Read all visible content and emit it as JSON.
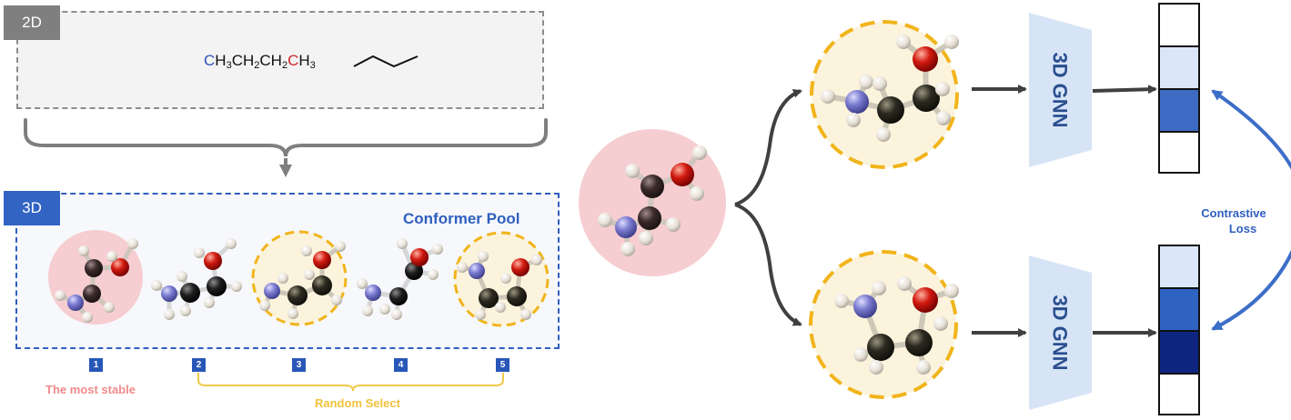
{
  "two_d": {
    "tag": "2D",
    "formula_parts": [
      "C",
      "H",
      "3",
      "CH",
      "2",
      "CH",
      "2",
      "C",
      "H",
      "3"
    ]
  },
  "three_d": {
    "tag": "3D",
    "pool_title": "Conformer Pool",
    "conformer_numbers": [
      "1",
      "2",
      "3",
      "4",
      "5"
    ],
    "most_stable_label": "The most stable",
    "random_select_label": "Random Select"
  },
  "encoders": {
    "top_label": "3D GNN",
    "bottom_label": "3D GNN"
  },
  "loss_label_lines": [
    "Contrastive",
    "Loss"
  ],
  "colors": {
    "stable": "#f6cdd0",
    "selected": "#fbf3dc",
    "selected_border": "#f1b41a",
    "pool_border": "#2f5fbf",
    "gnn_fill": "#d7e4f6",
    "arrow": "#404040",
    "loss_arrow": "#3c6dc8"
  },
  "embeddings": {
    "top": [
      "#ffffff",
      "#dbe6f8",
      "#3d6bc4",
      "#ffffff"
    ],
    "bottom": [
      "#dbe6f8",
      "#2e63c2",
      "#0f2680",
      "#ffffff"
    ]
  }
}
